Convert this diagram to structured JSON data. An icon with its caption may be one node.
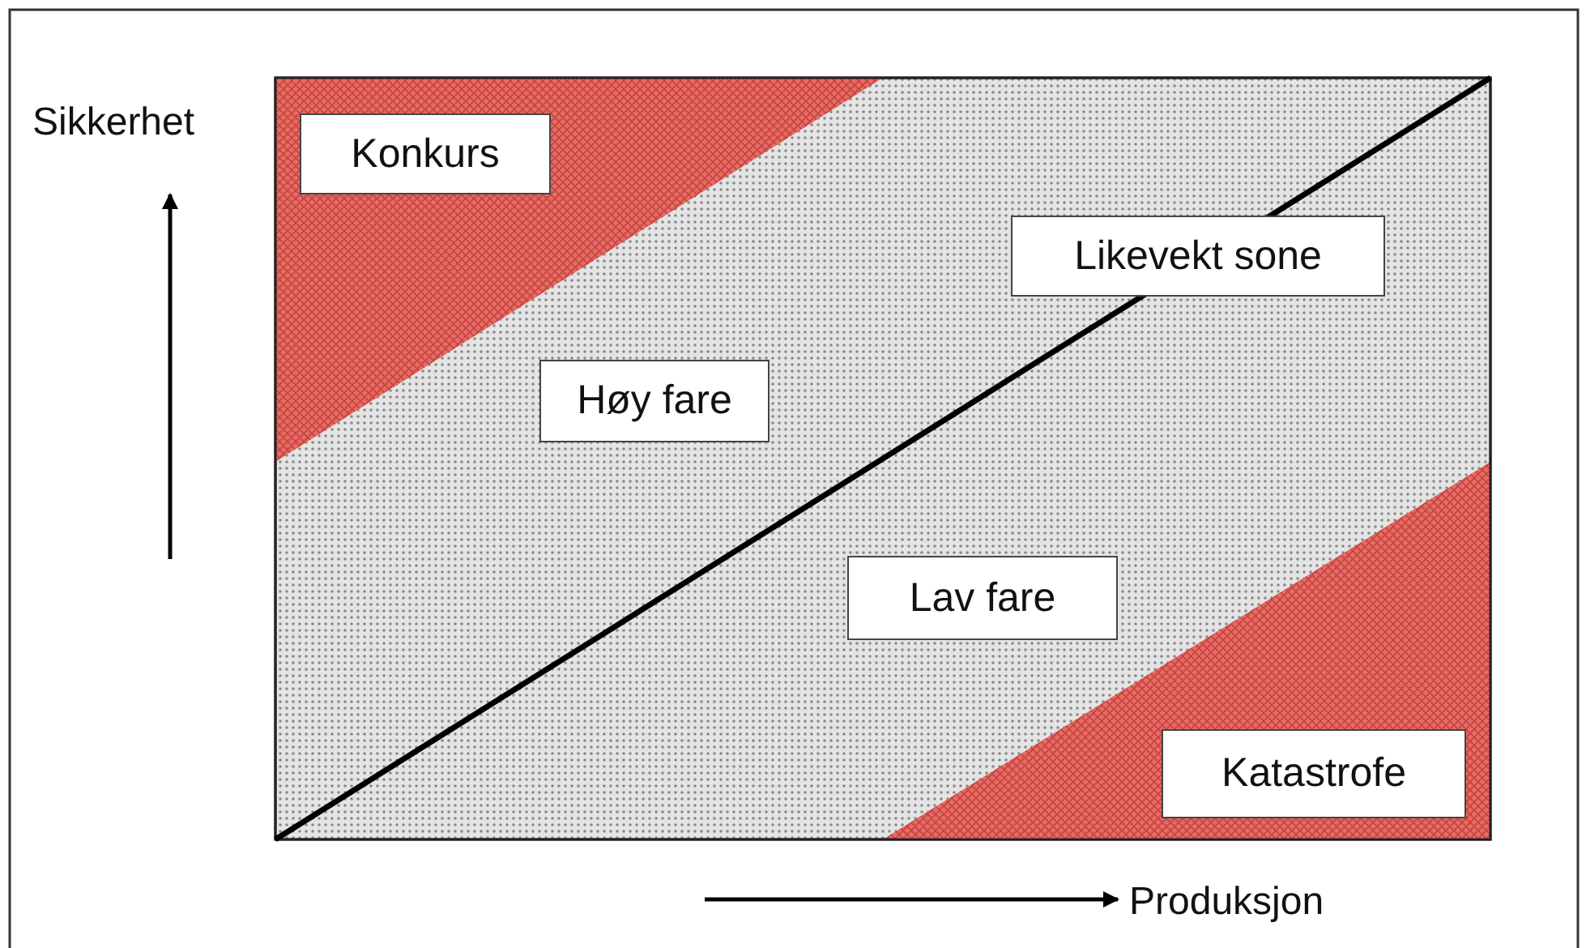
{
  "diagram": {
    "nodes": [
      {
        "text": [
          "Konkurs"
        ]
      },
      {
        "text": [
          "Likevekt sone"
        ]
      },
      {
        "text": [
          "Høy fare"
        ]
      },
      {
        "text": [
          "Lav fare"
        ]
      },
      {
        "text": [
          "Katastrofe"
        ]
      }
    ],
    "labels": [
      "Sikkerhet",
      "Produksjon"
    ]
  }
}
